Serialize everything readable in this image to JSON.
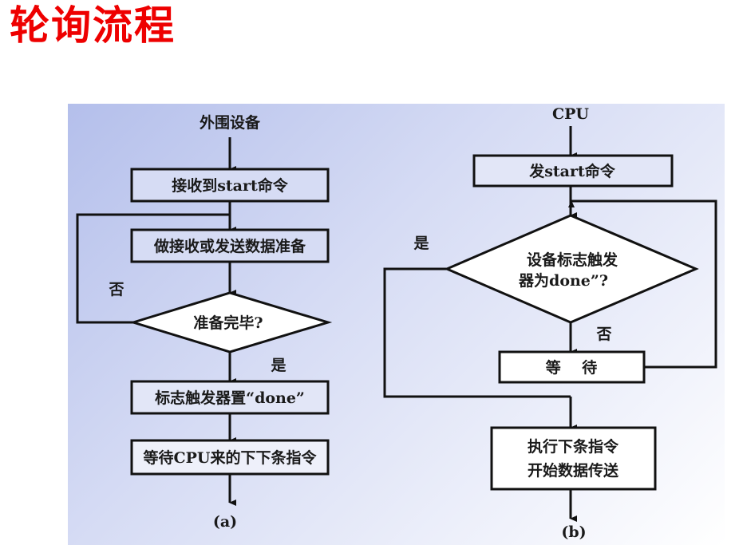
{
  "title": "轮询流程",
  "flow_a": {
    "start": "外围设备",
    "box1": "接收到start命令",
    "box2": "做接收或发送数据准备",
    "decision": "准备完毕?",
    "no": "否",
    "yes": "是",
    "box3": "标志触发器置“done”",
    "box4": "等待CPU来的下下条指令",
    "caption": "(a)"
  },
  "flow_b": {
    "start": "CPU",
    "box1": "发start命令",
    "decision_line1": "设备标志触发",
    "decision_line2": "器为done”?",
    "yes": "是",
    "no": "否",
    "wait": "等    待",
    "exec_line1": "执行下条指令",
    "exec_line2": "开始数据传送",
    "caption": "(b)"
  }
}
